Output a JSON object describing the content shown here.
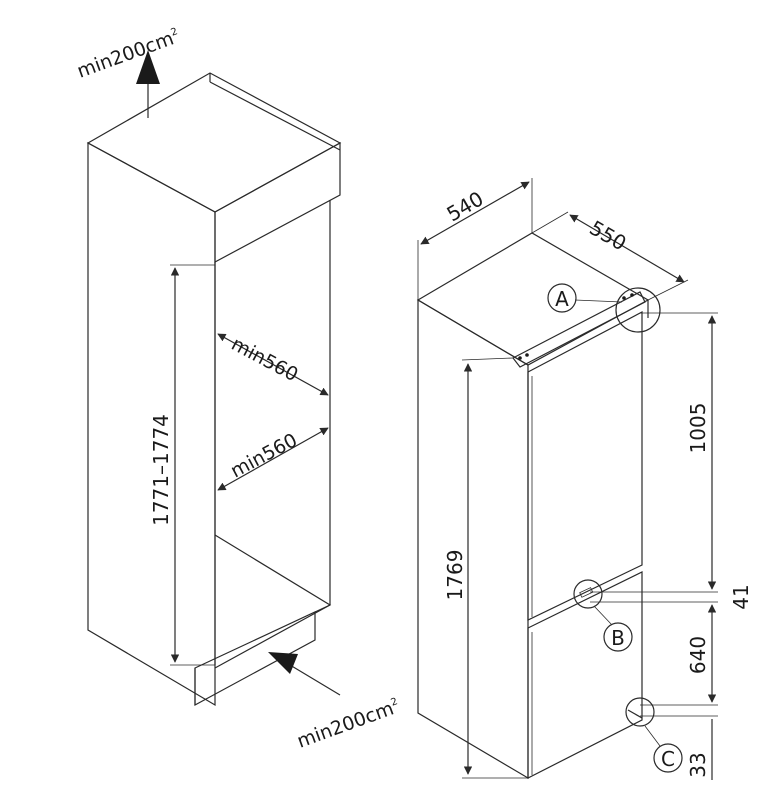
{
  "niche": {
    "vent_top": "min200cm",
    "vent_bottom": "min200cm",
    "vent_sup": "2",
    "height_range": "1771–1774",
    "width_upper": "min560",
    "width_lower": "min560"
  },
  "appliance": {
    "width": "540",
    "depth": "550",
    "height": "1769",
    "dim_top_door": "1005",
    "dim_gap": "41",
    "dim_bottom_door": "640",
    "dim_base": "33",
    "marker_a": "A",
    "marker_b": "B",
    "marker_c": "C"
  }
}
